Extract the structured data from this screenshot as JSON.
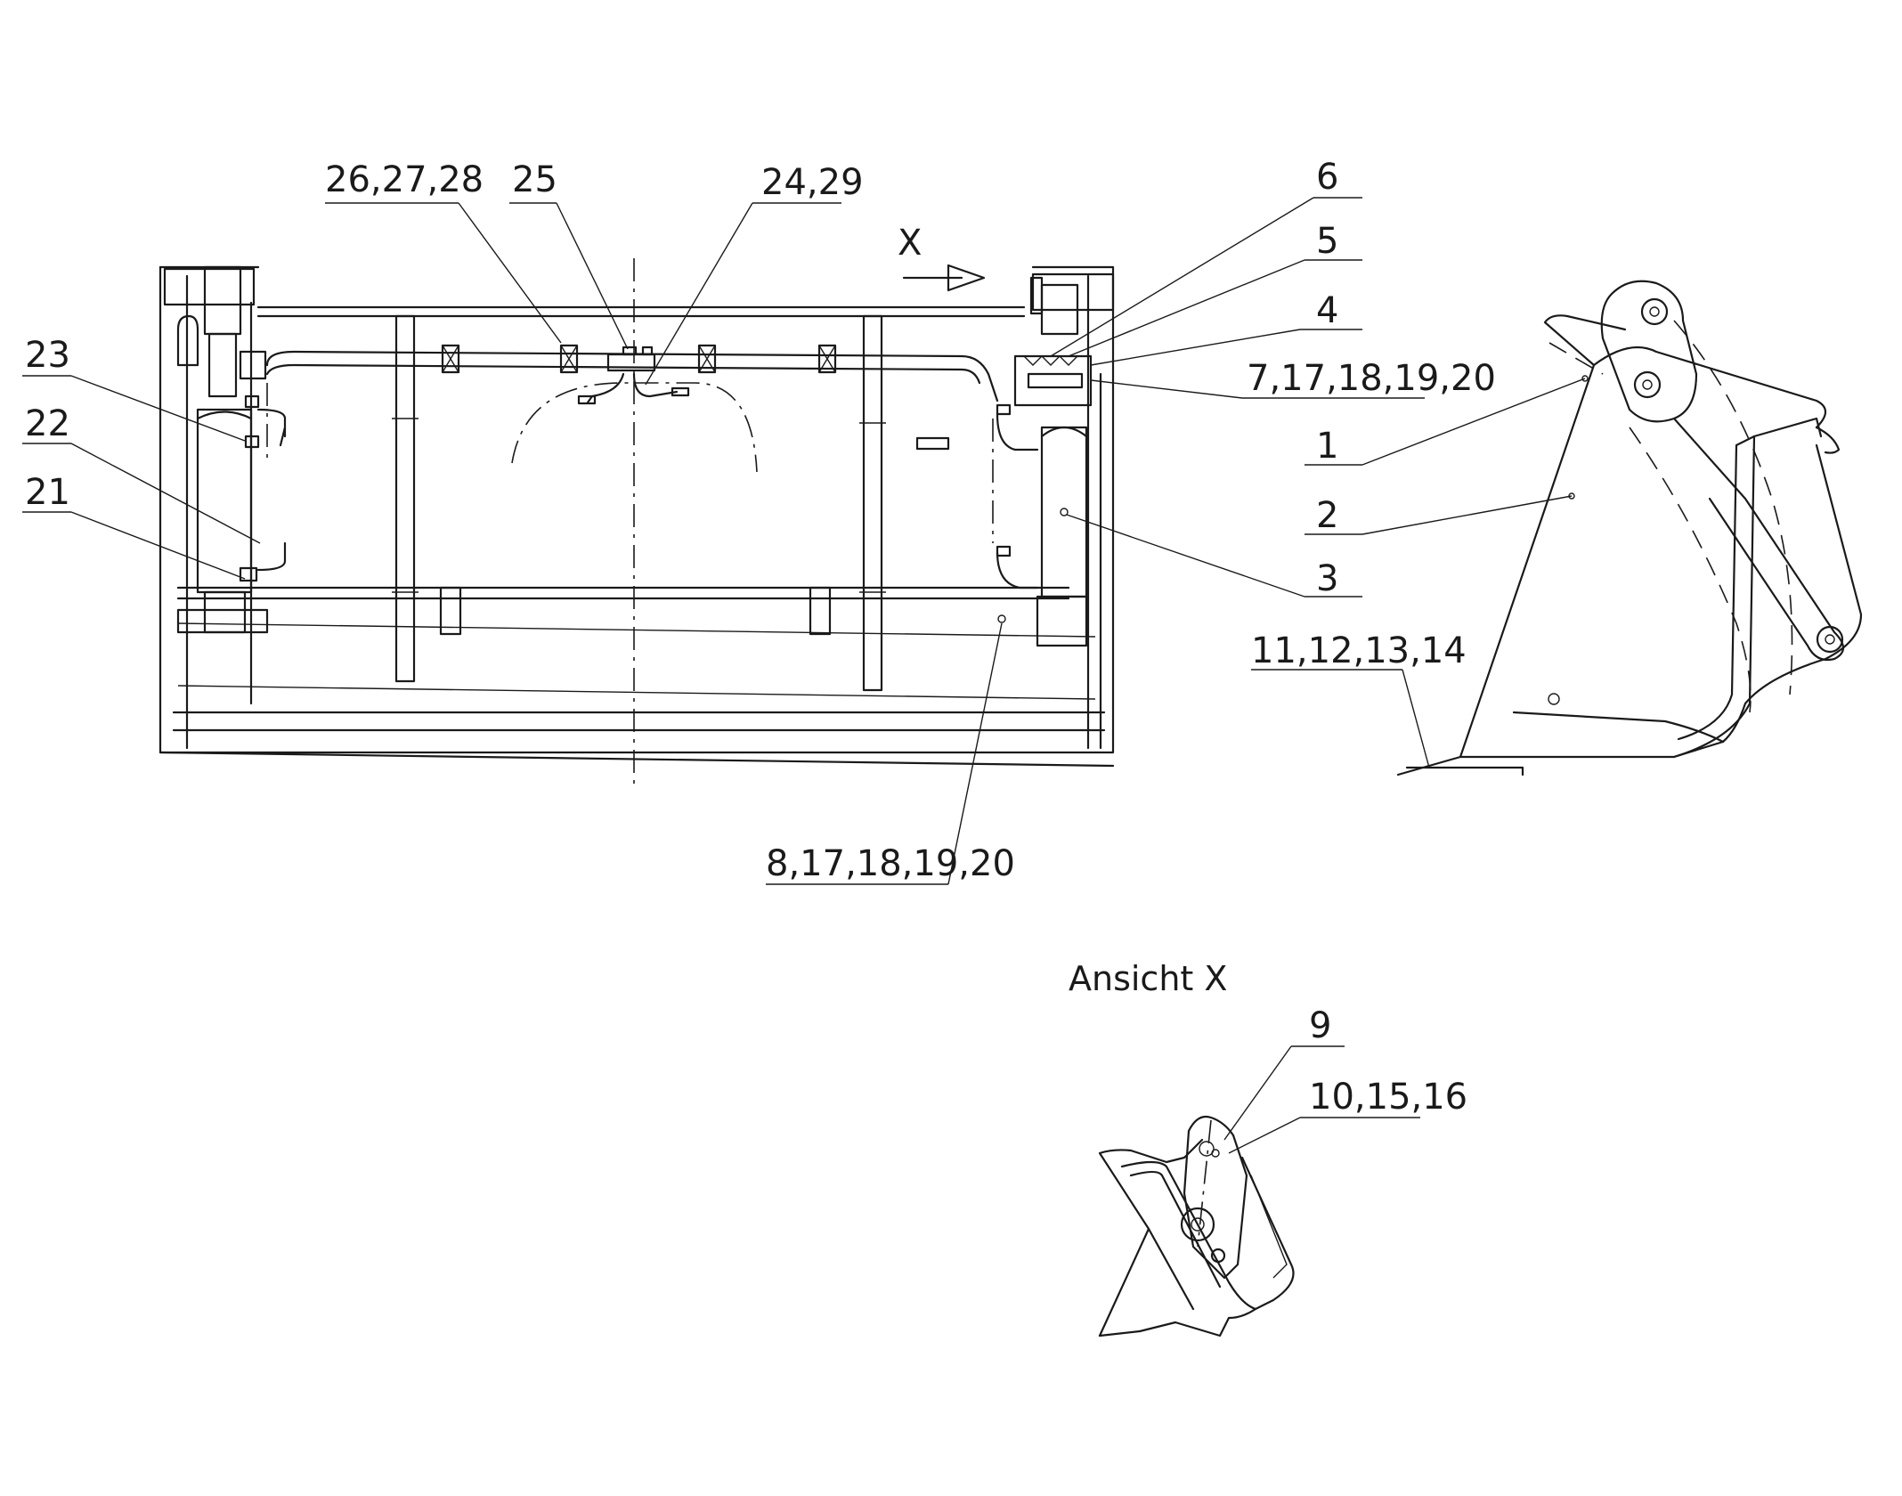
{
  "view_label": "Ansicht X",
  "view_arrow_letter": "X",
  "callouts": {
    "c26": "26,27,28",
    "c25": "25",
    "c24": "24,29",
    "c6": "6",
    "c5": "5",
    "c4": "4",
    "c7": "7,17,18,19,20",
    "c1": "1",
    "c2": "2",
    "c3": "3",
    "c11": "11,12,13,14",
    "c23": "23",
    "c22": "22",
    "c21": "21",
    "c8": "8,17,18,19,20",
    "c9": "9",
    "c10": "10,15,16"
  }
}
